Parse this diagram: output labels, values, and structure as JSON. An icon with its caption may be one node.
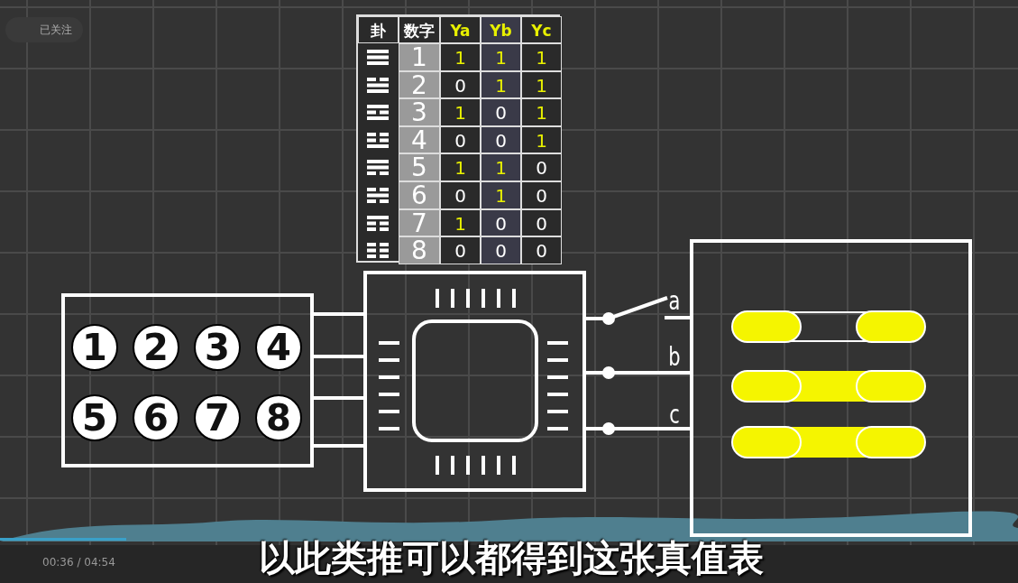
{
  "diagram": {
    "nodes": [
      {
        "text": [],
        "shape": "box"
      },
      {
        "text": [
          "1"
        ],
        "in": 0
      },
      {
        "text": [
          "2"
        ],
        "in": 0
      },
      {
        "text": [
          "3"
        ],
        "in": 0
      },
      {
        "text": [
          "4"
        ],
        "in": 0
      },
      {
        "text": [
          "5"
        ],
        "in": 0
      },
      {
        "text": [
          "6"
        ],
        "in": 0
      },
      {
        "text": [
          "7"
        ],
        "in": 0
      },
      {
        "text": [
          "8"
        ],
        "in": 0
      },
      {
        "text": [],
        "shape": "box"
      },
      {
        "text": [],
        "shape": "box"
      }
    ],
    "edges": [
      {
        "from": 0,
        "to": 9,
        "arrow": "none"
      },
      {
        "from": 0,
        "to": 9,
        "arrow": "none"
      },
      {
        "from": 0,
        "to": 9,
        "arrow": "none"
      },
      {
        "from": 0,
        "to": 9,
        "arrow": "none"
      },
      {
        "from": 9,
        "to": 10,
        "arrow": "none",
        "label": "a"
      },
      {
        "from": 9,
        "to": 10,
        "arrow": "none",
        "label": "b"
      },
      {
        "from": 9,
        "to": 10,
        "arrow": "none",
        "label": "c"
      }
    ],
    "labels": [
      "卦",
      "数字",
      "Ya",
      "Yb",
      "Yc",
      "1",
      "1",
      "1",
      "1",
      "2",
      "0",
      "1",
      "1",
      "3",
      "1",
      "0",
      "1",
      "4",
      "0",
      "0",
      "1",
      "5",
      "1",
      "1",
      "0",
      "6",
      "0",
      "1",
      "0",
      "7",
      "1",
      "0",
      "0",
      "8",
      "0",
      "0",
      "0",
      "已关注",
      "00:36 / 04:54",
      "以此类推可以都得到这张真值表"
    ]
  }
}
